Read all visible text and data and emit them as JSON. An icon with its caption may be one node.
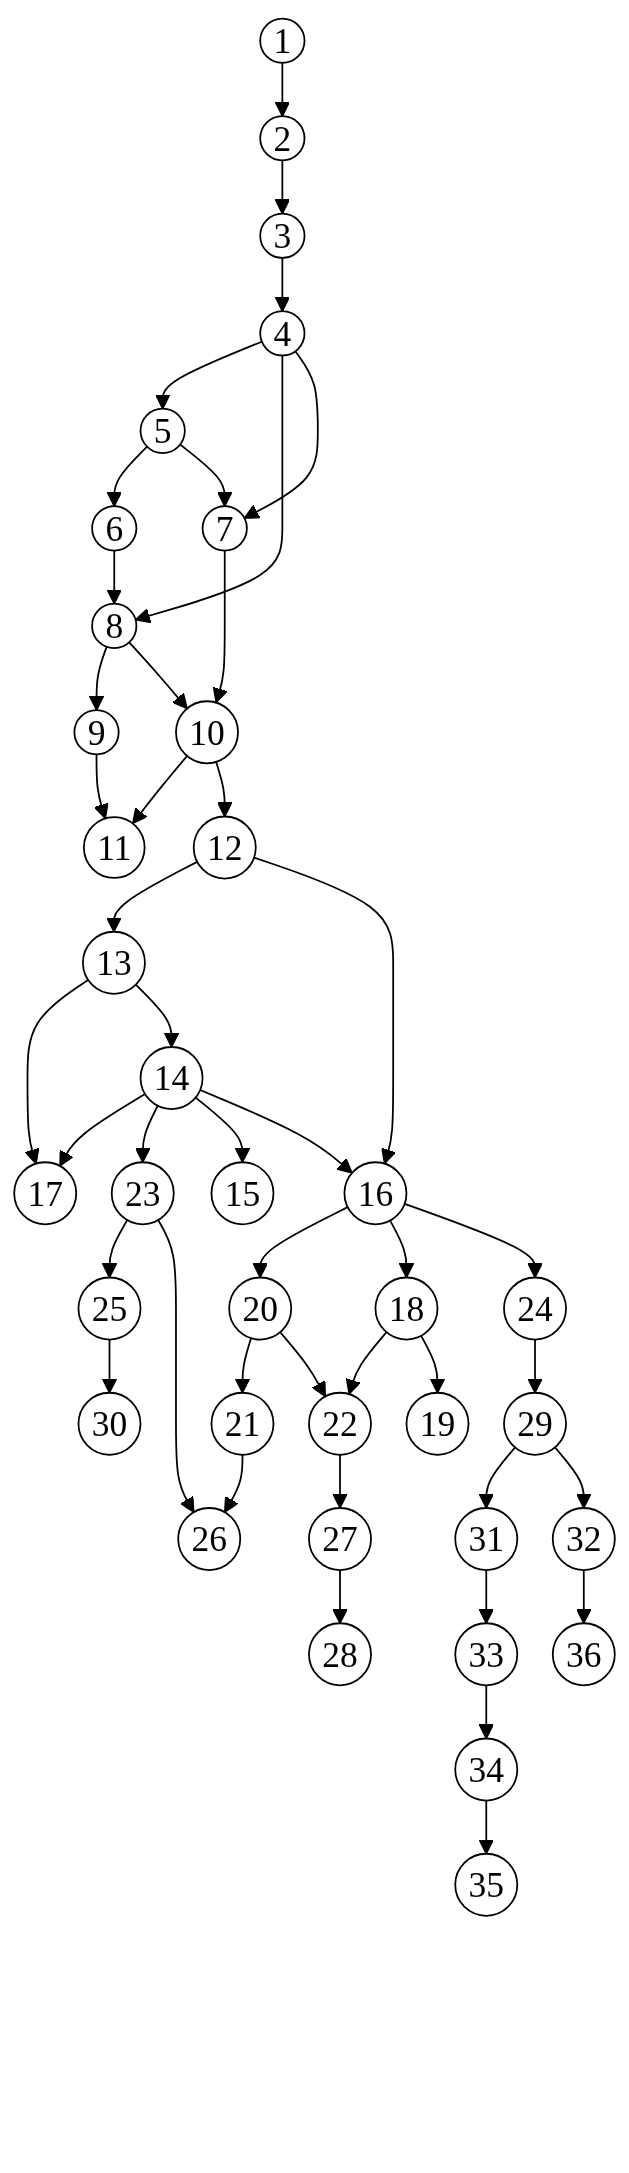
{
  "diagram": {
    "nodes": [
      {
        "text": [
          "1"
        ]
      },
      {
        "text": [
          "2"
        ]
      },
      {
        "text": [
          "3"
        ]
      },
      {
        "text": [
          "4"
        ]
      },
      {
        "text": [
          "5"
        ]
      },
      {
        "text": [
          "6"
        ]
      },
      {
        "text": [
          "7"
        ]
      },
      {
        "text": [
          "8"
        ]
      },
      {
        "text": [
          "9"
        ]
      },
      {
        "text": [
          "10"
        ]
      },
      {
        "text": [
          "11"
        ]
      },
      {
        "text": [
          "12"
        ]
      },
      {
        "text": [
          "13"
        ]
      },
      {
        "text": [
          "14"
        ]
      },
      {
        "text": [
          "17"
        ]
      },
      {
        "text": [
          "23"
        ]
      },
      {
        "text": [
          "15"
        ]
      },
      {
        "text": [
          "16"
        ]
      },
      {
        "text": [
          "25"
        ]
      },
      {
        "text": [
          "20"
        ]
      },
      {
        "text": [
          "18"
        ]
      },
      {
        "text": [
          "24"
        ]
      },
      {
        "text": [
          "30"
        ]
      },
      {
        "text": [
          "21"
        ]
      },
      {
        "text": [
          "22"
        ]
      },
      {
        "text": [
          "19"
        ]
      },
      {
        "text": [
          "29"
        ]
      },
      {
        "text": [
          "26"
        ]
      },
      {
        "text": [
          "27"
        ]
      },
      {
        "text": [
          "31"
        ]
      },
      {
        "text": [
          "32"
        ]
      },
      {
        "text": [
          "28"
        ]
      },
      {
        "text": [
          "33"
        ]
      },
      {
        "text": [
          "36"
        ]
      },
      {
        "text": [
          "34"
        ]
      },
      {
        "text": [
          "35"
        ]
      }
    ],
    "edges": [
      {
        "from": 0,
        "to": 1,
        "arrow": "to"
      },
      {
        "from": 1,
        "to": 2,
        "arrow": "to"
      },
      {
        "from": 2,
        "to": 3,
        "arrow": "to"
      },
      {
        "from": 3,
        "to": 4,
        "arrow": "to"
      },
      {
        "from": 3,
        "to": 7,
        "arrow": "to"
      },
      {
        "from": 3,
        "to": 6,
        "arrow": "to"
      },
      {
        "from": 4,
        "to": 5,
        "arrow": "to"
      },
      {
        "from": 4,
        "to": 6,
        "arrow": "to"
      },
      {
        "from": 5,
        "to": 7,
        "arrow": "to"
      },
      {
        "from": 6,
        "to": 9,
        "arrow": "to"
      },
      {
        "from": 7,
        "to": 8,
        "arrow": "to"
      },
      {
        "from": 7,
        "to": 9,
        "arrow": "to"
      },
      {
        "from": 8,
        "to": 10,
        "arrow": "to"
      },
      {
        "from": 9,
        "to": 10,
        "arrow": "to"
      },
      {
        "from": 9,
        "to": 11,
        "arrow": "to"
      },
      {
        "from": 11,
        "to": 12,
        "arrow": "to"
      },
      {
        "from": 11,
        "to": 17,
        "arrow": "to"
      },
      {
        "from": 12,
        "to": 14,
        "arrow": "to"
      },
      {
        "from": 12,
        "to": 13,
        "arrow": "to"
      },
      {
        "from": 13,
        "to": 14,
        "arrow": "to"
      },
      {
        "from": 13,
        "to": 15,
        "arrow": "to"
      },
      {
        "from": 13,
        "to": 16,
        "arrow": "to"
      },
      {
        "from": 13,
        "to": 17,
        "arrow": "to"
      },
      {
        "from": 15,
        "to": 18,
        "arrow": "to"
      },
      {
        "from": 15,
        "to": 27,
        "arrow": "to"
      },
      {
        "from": 17,
        "to": 19,
        "arrow": "to"
      },
      {
        "from": 17,
        "to": 20,
        "arrow": "to"
      },
      {
        "from": 17,
        "to": 21,
        "arrow": "to"
      },
      {
        "from": 18,
        "to": 22,
        "arrow": "to"
      },
      {
        "from": 19,
        "to": 23,
        "arrow": "to"
      },
      {
        "from": 19,
        "to": 24,
        "arrow": "to"
      },
      {
        "from": 20,
        "to": 24,
        "arrow": "to"
      },
      {
        "from": 20,
        "to": 25,
        "arrow": "to"
      },
      {
        "from": 21,
        "to": 26,
        "arrow": "to"
      },
      {
        "from": 23,
        "to": 27,
        "arrow": "to"
      },
      {
        "from": 24,
        "to": 28,
        "arrow": "to"
      },
      {
        "from": 26,
        "to": 29,
        "arrow": "to"
      },
      {
        "from": 26,
        "to": 30,
        "arrow": "to"
      },
      {
        "from": 28,
        "to": 31,
        "arrow": "to"
      },
      {
        "from": 29,
        "to": 32,
        "arrow": "to"
      },
      {
        "from": 30,
        "to": 33,
        "arrow": "to"
      },
      {
        "from": 32,
        "to": 34,
        "arrow": "to"
      },
      {
        "from": 34,
        "to": 35,
        "arrow": "to"
      }
    ]
  }
}
